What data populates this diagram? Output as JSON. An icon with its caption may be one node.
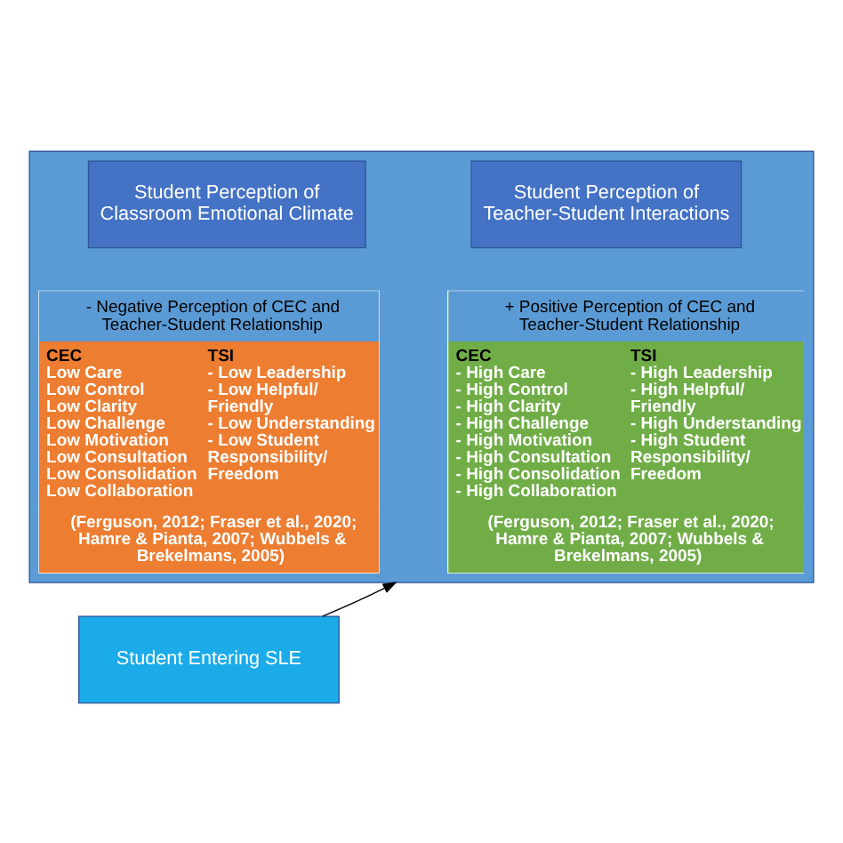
{
  "diagram": {
    "nodes": [
      {
        "text": [],
        "shape": "box"
      },
      {
        "text": [
          "Student Perception of Classroom Emotional Climate"
        ],
        "in": 0
      },
      {
        "text": [
          "Student Perception of Teacher-Student Interactions"
        ],
        "in": 0
      },
      {
        "text": [
          "- Negative Perception of CEC and Teacher-Student Relationship",
          "CEC",
          "Low Care",
          "Low Control",
          "Low Clarity",
          "Low Challenge",
          "Low Motivation",
          "Low Consultation",
          "Low Consolidation",
          "Low Collaboration",
          "TSI",
          "- Low Leadership",
          "- Low Helpful/ Friendly",
          "- Low Understanding",
          "- Low Student Responsibility/ Freedom",
          "(Ferguson, 2012; Fraser et al., 2020; Hamre & Pianta, 2007; Wubbels & Brekelmans, 2005)"
        ],
        "in": 0
      },
      {
        "text": [
          "+ Positive Perception of CEC and Teacher-Student Relationship",
          "CEC",
          "- High Care",
          "- High Control",
          "- High Clarity",
          "- High Challenge",
          "- High Motivation",
          "- High Consultation",
          "- High Consolidation",
          "- High Collaboration",
          "TSI",
          "- High Leadership",
          "- High Helpful/ Friendly",
          "- High Understanding",
          "- High Student Responsibility/ Freedom",
          "(Ferguson, 2012; Fraser et al., 2020; Hamre & Pianta, 2007; Wubbels & Brekelmans, 2005)"
        ],
        "in": 0
      },
      {
        "text": [
          "Student Entering SLE"
        ]
      }
    ],
    "edges": [
      {
        "from": 5,
        "to": 0,
        "arrow": "to"
      }
    ]
  }
}
